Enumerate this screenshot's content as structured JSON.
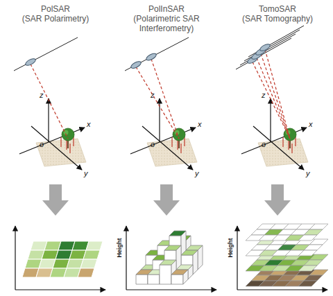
{
  "diagram": {
    "labels": [
      "PolSAR",
      "(SAR Polarimetry)",
      "PolInSAR",
      "(Polarimetric SAR Interferometry)",
      "TomoSAR",
      "(SAR Tomography)",
      "z",
      "x",
      "o",
      "y",
      "z",
      "x",
      "o",
      "y",
      "z",
      "x",
      "o",
      "y",
      "Height",
      "Height"
    ]
  }
}
